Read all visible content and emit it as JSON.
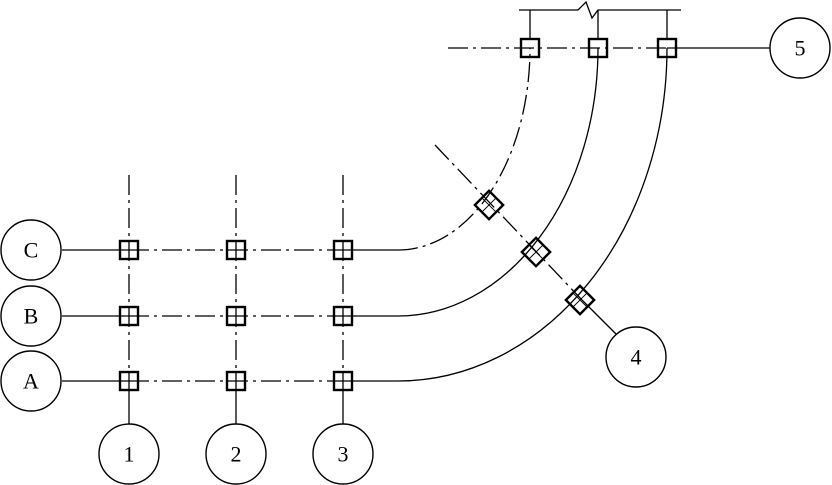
{
  "axes": {
    "letters": {
      "A": "A",
      "B": "B",
      "C": "C"
    },
    "numbers": {
      "n1": "1",
      "n2": "2",
      "n3": "3",
      "n4": "4",
      "n5": "5"
    }
  }
}
